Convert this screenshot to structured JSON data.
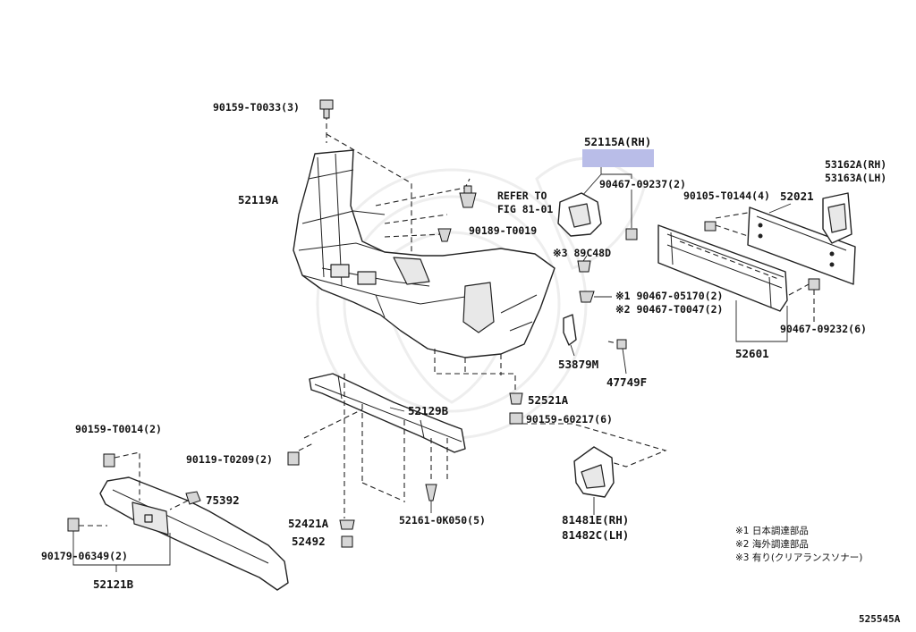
{
  "labels": {
    "p90159_t0033": "90159-T0033(3)",
    "p52115a_rh": "52115A(RH)",
    "p53162a_rh": "53162A(RH)",
    "p53163a_lh": "53163A(LH)",
    "p52119a": "52119A",
    "refer_to": "REFER TO",
    "fig_81_01": "FIG 81-01",
    "p90467_09237": "90467-09237(2)",
    "p90105_t0144": "90105-T0144(4)",
    "p52021": "52021",
    "p90189_t0019": "90189-T0019",
    "p89c48d": "※3 89C48D",
    "p90467_05170": "※1 90467-05170(2)",
    "p90467_t0047": "※2 90467-T0047(2)",
    "p90467_09232": "90467-09232(6)",
    "p52601": "52601",
    "p53879m": "53879M",
    "p47749f": "47749F",
    "p52521a": "52521A",
    "p52129b": "52129B",
    "p90159_60217": "90159-60217(6)",
    "p90159_t0014": "90159-T0014(2)",
    "p90119_t0209": "90119-T0209(2)",
    "p75392": "75392",
    "p52421a": "52421A",
    "p52492": "52492",
    "p52161_0k050": "52161-0K050(5)",
    "p81481e_rh": "81481E(RH)",
    "p81482c_lh": "81482C(LH)",
    "p90179_06349": "90179-06349(2)",
    "p52121b": "52121B"
  },
  "notes": [
    "※1 日本調達部品",
    "※2 海外調達部品",
    "※3 有り(クリアランスソナー)"
  ],
  "figure_code": "525545A",
  "colors": {
    "highlight": "#b9bde8",
    "line": "#222222"
  }
}
